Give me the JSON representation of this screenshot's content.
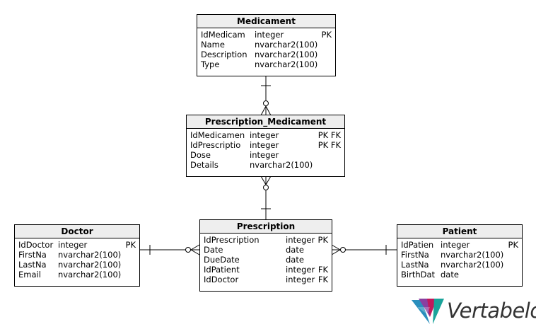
{
  "entities": {
    "medicament": {
      "title": "Medicament",
      "rows": [
        {
          "name": "IdMedicam",
          "type": "integer",
          "key": "PK"
        },
        {
          "name": "Name",
          "type": "nvarchar2(100)",
          "key": ""
        },
        {
          "name": "Description",
          "type": "nvarchar2(100)",
          "key": ""
        },
        {
          "name": "Type",
          "type": "nvarchar2(100)",
          "key": ""
        }
      ]
    },
    "prescription_medicament": {
      "title": "Prescription_Medicament",
      "rows": [
        {
          "name": "IdMedicamen",
          "type": "integer",
          "key": "PK FK"
        },
        {
          "name": "IdPrescriptio",
          "type": "integer",
          "key": "PK FK"
        },
        {
          "name": "Dose",
          "type": "integer",
          "key": ""
        },
        {
          "name": "Details",
          "type": "nvarchar2(100)",
          "key": ""
        }
      ]
    },
    "doctor": {
      "title": "Doctor",
      "rows": [
        {
          "name": "IdDoctor",
          "type": "integer",
          "key": "PK"
        },
        {
          "name": "FirstNa",
          "type": "nvarchar2(100)",
          "key": ""
        },
        {
          "name": "LastNa",
          "type": "nvarchar2(100)",
          "key": ""
        },
        {
          "name": "Email",
          "type": "nvarchar2(100)",
          "key": ""
        }
      ]
    },
    "prescription": {
      "title": "Prescription",
      "rows": [
        {
          "name": "IdPrescription",
          "type": "integer",
          "key": "PK"
        },
        {
          "name": "Date",
          "type": "date",
          "key": ""
        },
        {
          "name": "DueDate",
          "type": "date",
          "key": ""
        },
        {
          "name": "IdPatient",
          "type": "integer",
          "key": "FK"
        },
        {
          "name": "IdDoctor",
          "type": "integer",
          "key": "FK"
        }
      ]
    },
    "patient": {
      "title": "Patient",
      "rows": [
        {
          "name": "IdPatien",
          "type": "integer",
          "key": "PK"
        },
        {
          "name": "FirstNa",
          "type": "nvarchar2(100)",
          "key": ""
        },
        {
          "name": "LastNa",
          "type": "nvarchar2(100)",
          "key": ""
        },
        {
          "name": "BirthDat",
          "type": "date",
          "key": ""
        }
      ]
    }
  },
  "relationships": [
    {
      "from": "medicament",
      "to": "prescription_medicament",
      "from_cardinality": "one",
      "to_cardinality": "zero-or-many"
    },
    {
      "from": "prescription",
      "to": "prescription_medicament",
      "from_cardinality": "one",
      "to_cardinality": "zero-or-many"
    },
    {
      "from": "doctor",
      "to": "prescription",
      "from_cardinality": "one",
      "to_cardinality": "zero-or-many"
    },
    {
      "from": "patient",
      "to": "prescription",
      "from_cardinality": "one",
      "to_cardinality": "zero-or-many"
    }
  ],
  "logo": {
    "text": "Vertabelo",
    "colors": [
      "#2a8fbd",
      "#8a3fa0",
      "#c2185b",
      "#1aa39a"
    ]
  }
}
